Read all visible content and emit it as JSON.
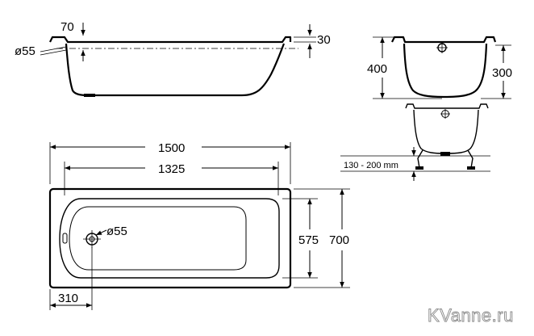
{
  "dimensions": {
    "side_rim_depth": "70",
    "side_drain": "ø55",
    "side_right_height": "30",
    "end_total_height": "400",
    "end_inner_height": "300",
    "floor_clearance": "130 - 200 mm",
    "total_length": "1500",
    "inner_length": "1325",
    "total_width": "700",
    "inner_width": "575",
    "plan_drain": "ø55",
    "drain_offset": "310"
  },
  "watermark": "KVanne.ru"
}
